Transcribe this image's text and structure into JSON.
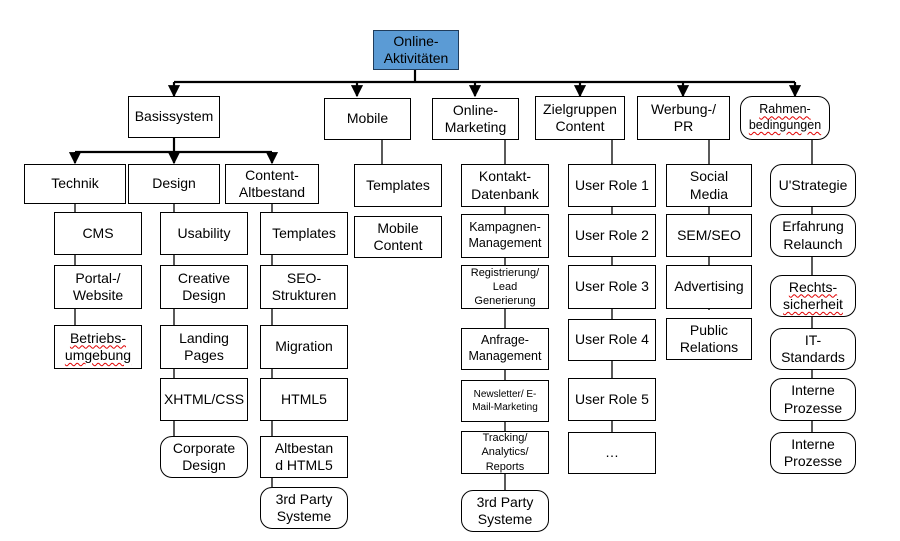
{
  "root": "Online-\nAktivitäten",
  "basissystem": {
    "label": "Basissystem",
    "technik": {
      "label": "Technik",
      "items": [
        "CMS",
        "Portal-/\nWebsite",
        "Betriebs-\numgebung"
      ]
    },
    "design": {
      "label": "Design",
      "items": [
        "Usability",
        "Creative\nDesign",
        "Landing\nPages",
        "XHTML/CSS",
        "Corporate\nDesign"
      ]
    },
    "content": {
      "label": "Content-\nAltbestand",
      "items": [
        "Templates",
        "SEO-\nStrukturen",
        "Migration",
        "HTML5",
        "Altbestan\nd HTML5",
        "3rd Party\nSysteme"
      ]
    }
  },
  "mobile": {
    "label": "Mobile",
    "items": [
      "Templates",
      "Mobile\nContent"
    ]
  },
  "online_marketing": {
    "label": "Online-\nMarketing",
    "items": [
      "Kontakt-\nDatenbank",
      "Kampagnen-\nManagement",
      "Registrierung/\nLead\nGenerierung",
      "Anfrage-\nManagement",
      "Newsletter/ E-\nMail-Marketing",
      "Tracking/\nAnalytics/\nReports",
      "3rd Party\nSysteme"
    ]
  },
  "zielgruppen": {
    "label": "Zielgruppen\nContent",
    "items": [
      "User Role 1",
      "User Role 2",
      "User Role 3",
      "User Role 4",
      "User Role 5",
      "…"
    ]
  },
  "werbung": {
    "label": "Werbung-/\nPR",
    "items": [
      "Social\nMedia",
      "SEM/SEO",
      "Advertising",
      "Public\nRelations"
    ]
  },
  "rahmen": {
    "label": "Rahmen-\nbedingungen",
    "items": [
      "U'Strategie",
      "Erfahrung\nRelaunch",
      "Rechts-\nsicherheit",
      "IT-Standards",
      "Interne\nProzesse",
      "Interne\nProzesse"
    ]
  },
  "colors": {
    "root_fill": "#5b9bd5",
    "line": "#000000",
    "spellcheck": "#e00000"
  }
}
